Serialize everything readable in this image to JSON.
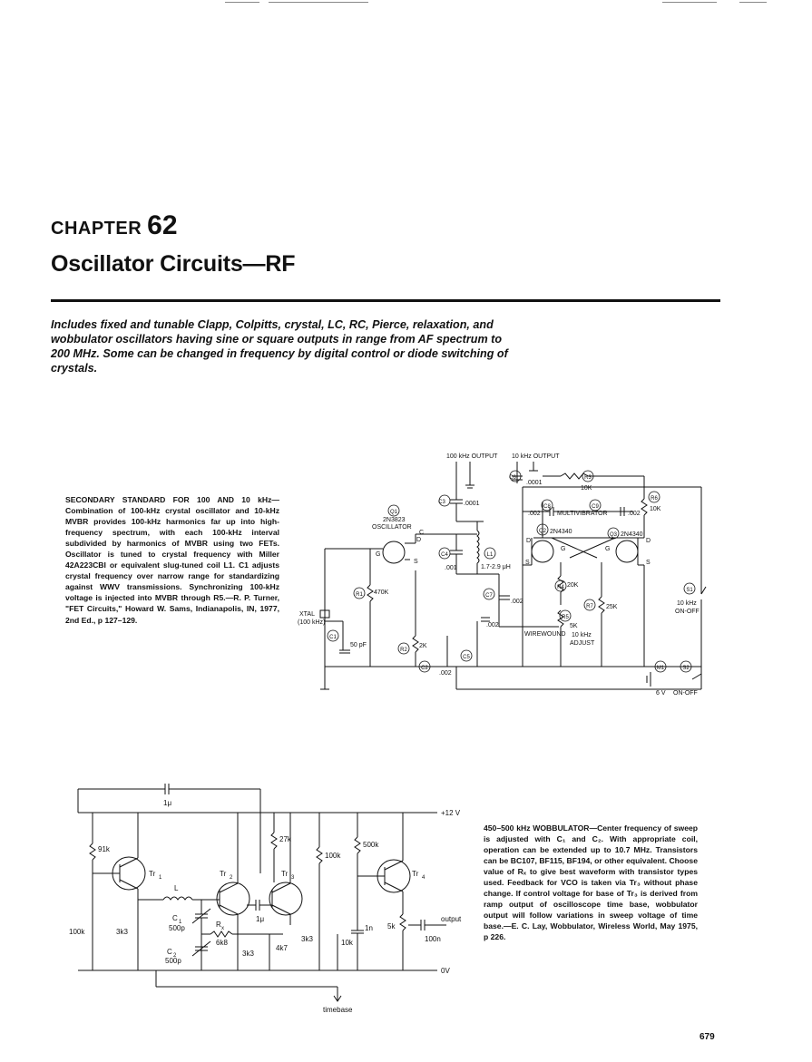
{
  "chapter": {
    "label": "CHAPTER",
    "number": "62"
  },
  "title": "Oscillator Circuits—RF",
  "intro": "Includes fixed and tunable Clapp, Colpitts, crystal, LC, RC, Pierce, relaxation, and wobbulator oscillators having sine or square outputs in range from AF spectrum to 200 MHz. Some can be changed in frequency by digital control or diode switching of crystals.",
  "captions": [
    {
      "heading": "SECONDARY STANDARD FOR 100 AND 10 kHz",
      "body": "—Combination of 100-kHz crystal oscillator and 10-kHz MVBR provides 100-kHz harmonics far up into high-frequency spectrum, with each 100-kHz interval subdivided by harmonics of MVBR using two FETs. Oscillator is tuned to crystal frequency with Miller 42A223CBI or equivalent slug-tuned coil L1. C1 adjusts crystal frequency over narrow range for standardizing against WWV transmissions. Synchronizing 100-kHz voltage is injected into MVBR through R5.",
      "citation": "—R. P. Turner, \"FET Circuits,\" Howard W. Sams, Indianapolis, IN, 1977, 2nd Ed., p 127–129."
    },
    {
      "heading": "450–500 kHz WOBBULATOR",
      "body": "—Center frequency of sweep is adjusted with C₁ and C₂. With appropriate coil, operation can be extended up to 10.7 MHz. Transistors can be BC107, BF115, BF194, or other equivalent. Choose value of Rₓ to give best waveform with transistor types used. Feedback for VCO is taken via Tr₃ without phase change. If control voltage for base of Tr₃ is derived from ramp output of oscilloscope time base, wobbulator output will follow variations in sweep voltage of time base.",
      "citation": "—E. C. Lay, Wobbulator, Wireless World, May 1975, p 226."
    }
  ],
  "circuit1": {
    "labels": {
      "out100": "100 kHz OUTPUT",
      "out10": "10 kHz OUTPUT",
      "q1": "Q1",
      "q1type": "2N3823",
      "q1role": "OSCILLATOR",
      "q2": "Q2",
      "q2type": "2N4340",
      "q3": "Q3",
      "q3type": "2N4340",
      "mvbr": "MULTIVIBRATOR",
      "c3": "C3",
      "c3v": ".0001",
      "c4": "C4",
      "c4v": ".001",
      "c5": "C5",
      "c5v": ".002",
      "c6": "C6",
      "c6v": ".0001",
      "c7": "C7",
      "c7v": ".002",
      "c8": "C8",
      "c8v": ".002",
      "c9": "C9",
      "c9v": ".002",
      "c1": "C1",
      "c1v": "50 pF",
      "c2": "C2",
      "c2v": ".002",
      "l1": "L1",
      "l1v": "1.7-2.9 μH",
      "r1": "R1",
      "r1v": "470K",
      "r2": "R2",
      "r2v": "2K",
      "r3": "R3",
      "r3v": "10K",
      "r4": "R4",
      "r4v": "20K",
      "r5": "R5",
      "r5v": "5K",
      "r5note": "WIREWOUND",
      "r5adj1": "10 kHz",
      "r5adj2": "ADJUST",
      "r6": "R6",
      "r6v": "10K",
      "r7": "R7",
      "r7v": "25K",
      "xtal": "XTAL",
      "xtalf": "(100 kHz)",
      "s1": "S1",
      "s1note1": "10 kHz",
      "s1note2": "ON-OFF",
      "m1": "M1",
      "s2": "S2",
      "batt": "6 V",
      "s2note": "ON-OFF",
      "G": "G",
      "D": "D",
      "S": "S",
      "C": "C"
    }
  },
  "circuit2": {
    "labels": {
      "c1uf": "1μ",
      "vplus": "+12 V",
      "vzero": "0V",
      "r91k": "91k",
      "r27k": "27k",
      "r100k_a": "100k",
      "r500k": "500k",
      "tr1": "Tr",
      "tr1s": "1",
      "tr2": "Tr",
      "tr2s": "2",
      "tr3": "Tr",
      "tr3s": "3",
      "tr4": "Tr",
      "tr4s": "4",
      "L": "L",
      "c1": "C",
      "c1s": "1",
      "c1v": "500p",
      "c2": "C",
      "c2s": "2",
      "c2v": "500p",
      "rx": "R",
      "rxs": "x",
      "rxv": "6k8",
      "c1u2": "1μ",
      "r100k_b": "100k",
      "r3k3_a": "3k3",
      "r3k3_b": "3k3",
      "r4k7": "4k7",
      "r3k3_c": "3k3",
      "r10k": "10k",
      "c1n": "1n",
      "r5k": "5k",
      "c100n": "100n",
      "output": "output",
      "timebase": "timebase"
    }
  },
  "page_number": "679"
}
